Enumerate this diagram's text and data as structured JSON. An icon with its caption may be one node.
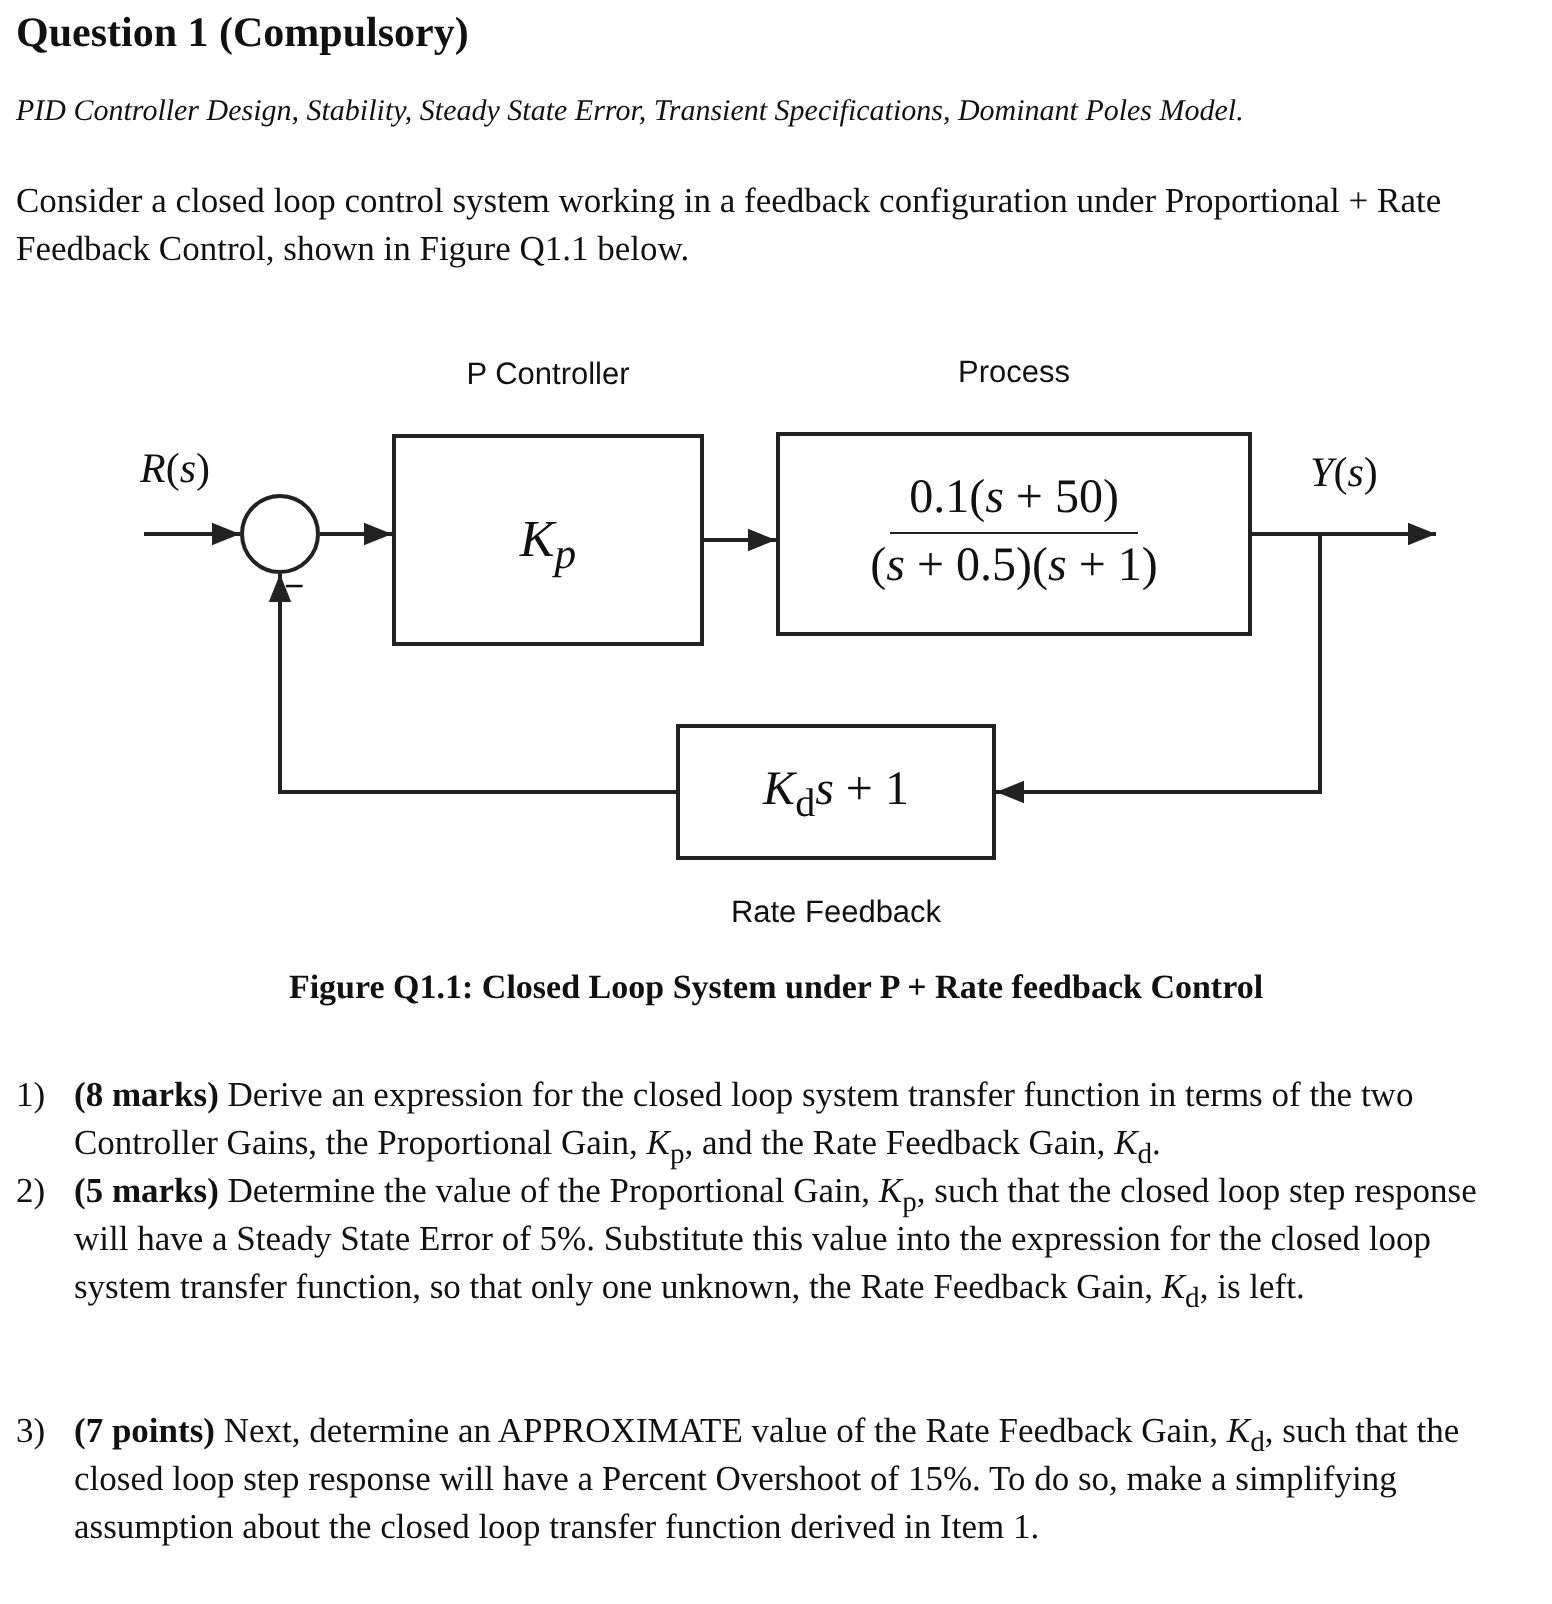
{
  "diagram": {
    "title": "Question 1 (Compulsory)",
    "caption": "Figure Q1.1: Closed Loop System under P + Rate feedback Control",
    "nodes": [
      {
        "text": [],
        "shape": "circle",
        "beside": [
          "−"
        ]
      },
      {
        "text": [
          "P Controller",
          "K$_{p}$"
        ]
      },
      {
        "text": [
          "Process",
          "0.1(*s* + 50)",
          "(*s* + 0.5)(*s* + 1)"
        ]
      },
      {
        "text": [
          "*K*$_{d}$*s* + 1",
          "Rate Feedback"
        ]
      }
    ],
    "edges": [
      {
        "from": null,
        "to": 0,
        "arrow": "to",
        "label": "*R*(*s*)"
      },
      {
        "from": 0,
        "to": 1,
        "arrow": "to"
      },
      {
        "from": 1,
        "to": 2,
        "arrow": "to"
      },
      {
        "from": 2,
        "to": null,
        "arrow": "to",
        "label": "*Y*(*s*)"
      },
      {
        "from": 2,
        "to": 3,
        "arrow": "to"
      },
      {
        "from": 3,
        "to": 0,
        "arrow": "to"
      }
    ],
    "labels": [
      "PID Controller Design, Stability, Steady State Error, Transient Specifications, Dominant Poles Model.",
      "Consider a closed loop control system working in a feedback configuration under Proportional + Rate Feedback Control, shown in Figure Q1.1 below.",
      "1)",
      "**(8 marks)** Derive an expression for the closed loop system transfer function in terms of the two Controller Gains, the Proportional Gain, *K*$_{p}$, and the Rate Feedback Gain, *K*$_{d}$.",
      "2)",
      "**(5 marks)** Determine the value of the Proportional Gain, *K*$_{p}$, such that the closed loop step response will have a Steady State Error of 5%. Substitute this value into the expression for the closed loop system transfer function, so that only one unknown, the Rate Feedback Gain, *K*$_{d}$, is left.",
      "3)",
      "**(7 points)** Next, determine an APPROXIMATE value of the Rate Feedback Gain, *K*$_{d}$, such that the closed loop step response will have a Percent Overshoot of 15%. To do so, make a simplifying assumption about the closed loop transfer function derived in Item 1."
    ]
  }
}
